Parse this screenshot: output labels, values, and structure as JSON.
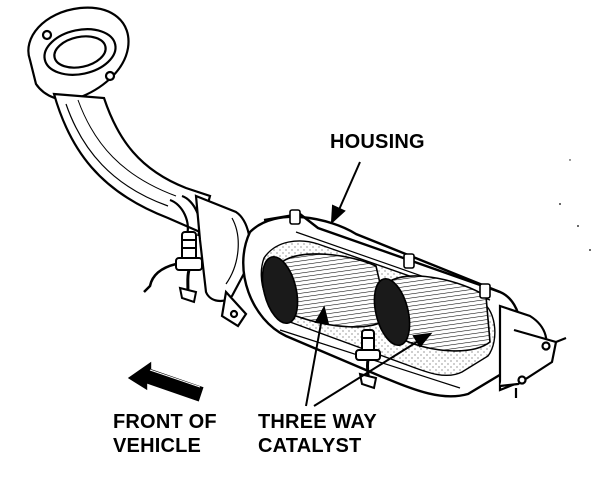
{
  "labels": {
    "housing": "HOUSING",
    "front_of_vehicle_line1": "FRONT OF",
    "front_of_vehicle_line2": "VEHICLE",
    "three_way_catalyst_line1": "THREE WAY",
    "three_way_catalyst_line2": "CATALYST"
  },
  "colors": {
    "ink": "#000000",
    "paper": "#ffffff",
    "catalyst_fill": "#1a1a1a"
  }
}
